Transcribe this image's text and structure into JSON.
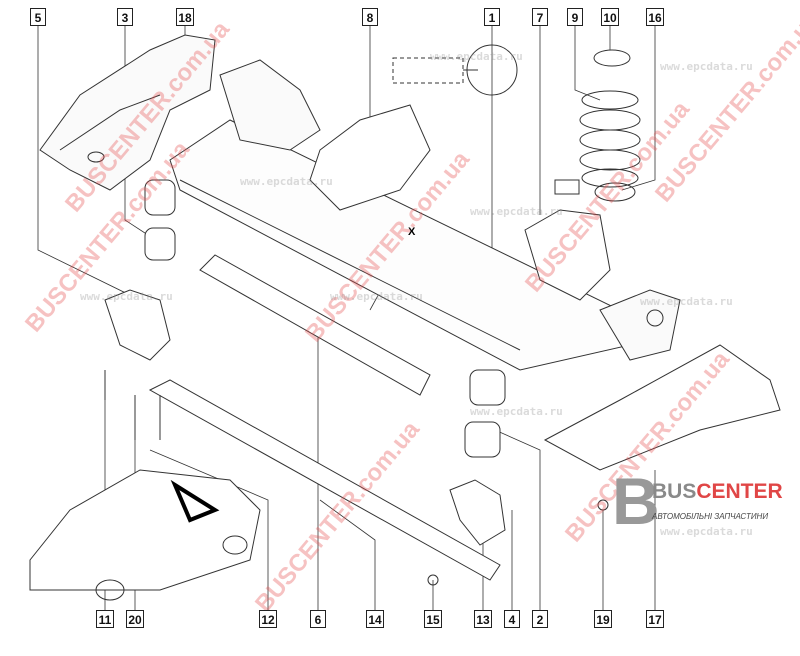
{
  "diagram": {
    "top_callouts": [
      "5",
      "3",
      "18",
      "8",
      "1",
      "7",
      "9",
      "10",
      "16"
    ],
    "bottom_callouts": [
      "11",
      "20",
      "12",
      "6",
      "14",
      "15",
      "13",
      "4",
      "2",
      "19",
      "17"
    ],
    "section_marker": "X"
  },
  "watermarks": {
    "brand": "BUSCENTER.com.ua",
    "site": "www.epcdata.ru"
  },
  "logo": {
    "letter": "B",
    "name_part1": "BUS",
    "name_part2": "CENTER",
    "subtitle": "АВТОМОБІЛЬНІ ЗАПЧАСТИНИ"
  },
  "colors": {
    "brand_red": "#e04646",
    "brand_gray": "#8a8a8a"
  }
}
